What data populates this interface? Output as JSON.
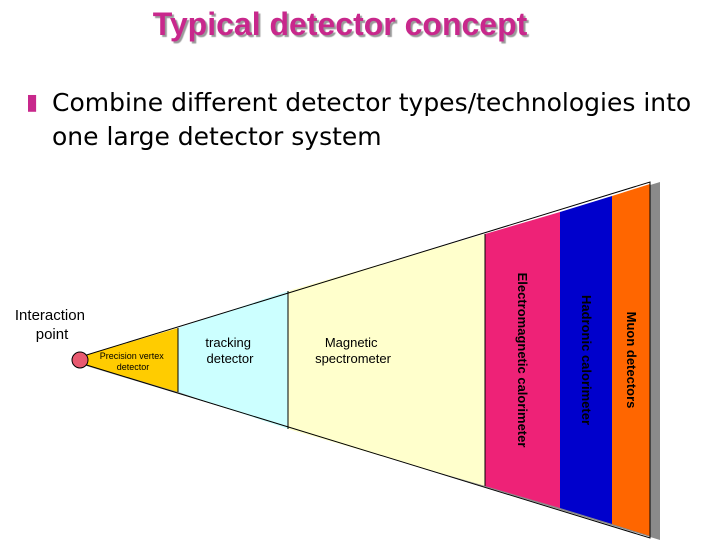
{
  "slide": {
    "title": "Typical detector concept",
    "bullet": "Combine different detector types/technologies into one large detector system"
  },
  "diagram": {
    "interaction_point": "Interaction point",
    "layers": [
      {
        "label": "Precision vertex detector",
        "color": "#ffcc00"
      },
      {
        "label": "tracking detector",
        "color": "#ccffff"
      },
      {
        "label": "Magnetic spectrometer",
        "color": "#ffffcc"
      },
      {
        "label": "Electromagnetic calorimeter",
        "color": "#ee2277"
      },
      {
        "label": "Hadronic calorimeter",
        "color": "#0000cc"
      },
      {
        "label": "Muon detectors",
        "color": "#ff6600"
      }
    ],
    "colors": {
      "title": "#c8288c",
      "interaction_point": "#e85a70"
    }
  }
}
